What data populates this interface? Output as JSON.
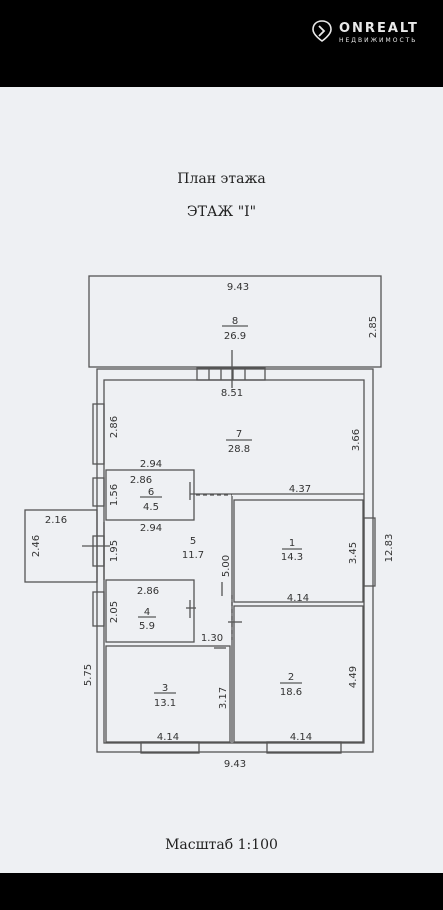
{
  "logo": {
    "name": "ONREALT",
    "subtitle": "НЕДВИЖИМОСТЬ"
  },
  "plan": {
    "title": "План этажа",
    "floor": "ЭТАЖ \"I\"",
    "scale": "Масштаб 1:100",
    "rooms": [
      {
        "number": "1",
        "area": "14.3"
      },
      {
        "number": "2",
        "area": "18.6"
      },
      {
        "number": "3",
        "area": "13.1"
      },
      {
        "number": "4",
        "area": "5.9"
      },
      {
        "number": "5",
        "area": "11.7"
      },
      {
        "number": "6",
        "area": "4.5"
      },
      {
        "number": "7",
        "area": "28.8"
      },
      {
        "number": "8",
        "area": "26.9"
      }
    ],
    "dimensions": {
      "top_width": "9.43",
      "bottom_width": "9.43",
      "terrace_depth": "2.85",
      "room7_width": "8.51",
      "room7_left": "2.86",
      "room7_right": "3.66",
      "room7_bottom": "4.37",
      "room6_top": "2.94",
      "room6_inner": "2.86",
      "room6_side": "1.56",
      "room6_bottom": "2.94",
      "corridor_side": "1.95",
      "corridor_height": "5.00",
      "porch_width": "2.16",
      "porch_depth": "2.46",
      "room4_top": "2.86",
      "room4_side": "2.05",
      "door_gap": "1.30",
      "room3_side": "3.17",
      "room3_width": "4.14",
      "room1_side": "3.45",
      "room1_width": "4.14",
      "room2_side": "4.49",
      "room2_width": "4.14",
      "left_lower": "5.75",
      "right_total": "12.83"
    }
  }
}
